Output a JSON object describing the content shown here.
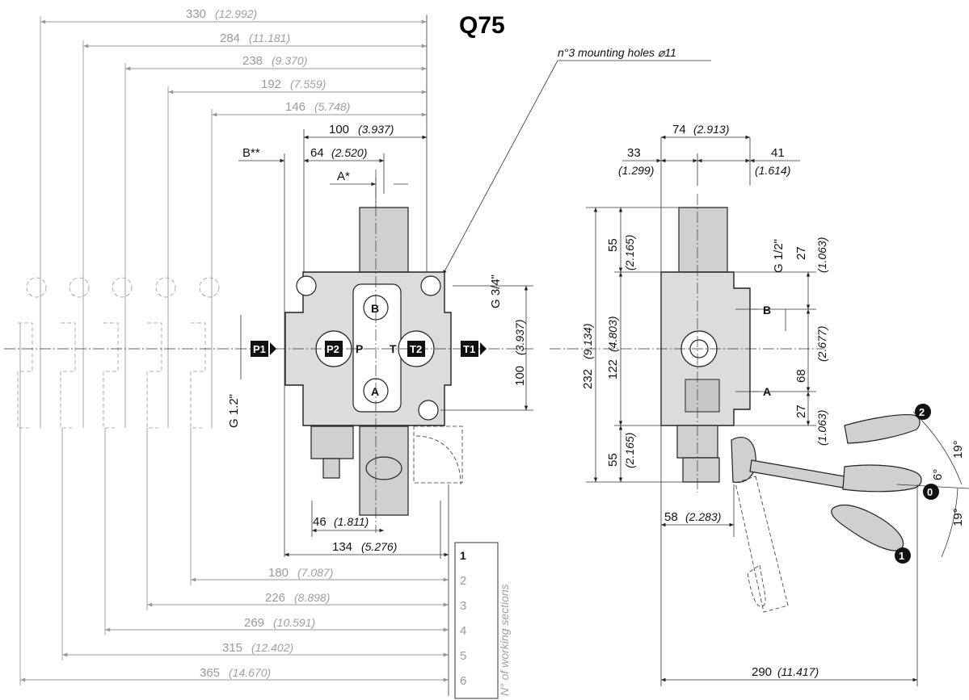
{
  "title": "Q75",
  "mounting_note": "n°3 mounting holes ⌀11",
  "top_dims": [
    {
      "mm": "330",
      "inch": "(12.992)"
    },
    {
      "mm": "284",
      "inch": "(11.181)"
    },
    {
      "mm": "238",
      "inch": "(9.370)"
    },
    {
      "mm": "192",
      "inch": "(7.559)"
    },
    {
      "mm": "146",
      "inch": "(5.748)"
    },
    {
      "mm": "100",
      "inch": "(3.937)"
    },
    {
      "mm": "64",
      "inch": "(2.520)"
    }
  ],
  "labels": {
    "b_star": "B**",
    "a_star": "A*",
    "port_p1": "P1",
    "port_p2": "P2",
    "port_t1": "T1",
    "port_t2": "T2",
    "port_p": "P",
    "port_t": "T",
    "port_a": "A",
    "port_b": "B",
    "g34": "G 3/4\"",
    "g12_left": "G 1.2\"",
    "g12_right": "G 1/2\""
  },
  "bottom_dims": [
    {
      "mm": "46",
      "inch": "(1.811)"
    },
    {
      "mm": "134",
      "inch": "(5.276)",
      "n": "1"
    },
    {
      "mm": "180",
      "inch": "(7.087)",
      "n": "2"
    },
    {
      "mm": "226",
      "inch": "(8.898)",
      "n": "3"
    },
    {
      "mm": "269",
      "inch": "(10.591)",
      "n": "4"
    },
    {
      "mm": "315",
      "inch": "(12.402)",
      "n": "5"
    },
    {
      "mm": "365",
      "inch": "(14.670)",
      "n": "6"
    }
  ],
  "sections_label": "N° of working sections",
  "right_dims": {
    "v3937": "(3.937)",
    "v100": "100",
    "d74": "74",
    "d74i": "(2.913)",
    "d33": "33",
    "d33i": "(1.299)",
    "d41": "41",
    "d41i": "(1.614)",
    "d55a": "55",
    "d55ai": "(2.165)",
    "d232": "232",
    "d232i": "(9.134)",
    "d122": "122",
    "d122i": "(4.803)",
    "d55b": "55",
    "d55bi": "(2.165)",
    "d27a": "27",
    "d27ai": "(1.063)",
    "d68": "68",
    "d68i": "(2.677)",
    "d27b": "27",
    "d27bi": "(1.063)",
    "d58": "58",
    "d58i": "(2.283)",
    "d290": "290",
    "d290i": "(11.417)",
    "lab_b": "B",
    "lab_a": "A"
  },
  "lever": {
    "pos2": "2",
    "pos0": "0",
    "pos1": "1",
    "ang19a": "19°",
    "ang6": "6°",
    "ang19b": "19°"
  }
}
